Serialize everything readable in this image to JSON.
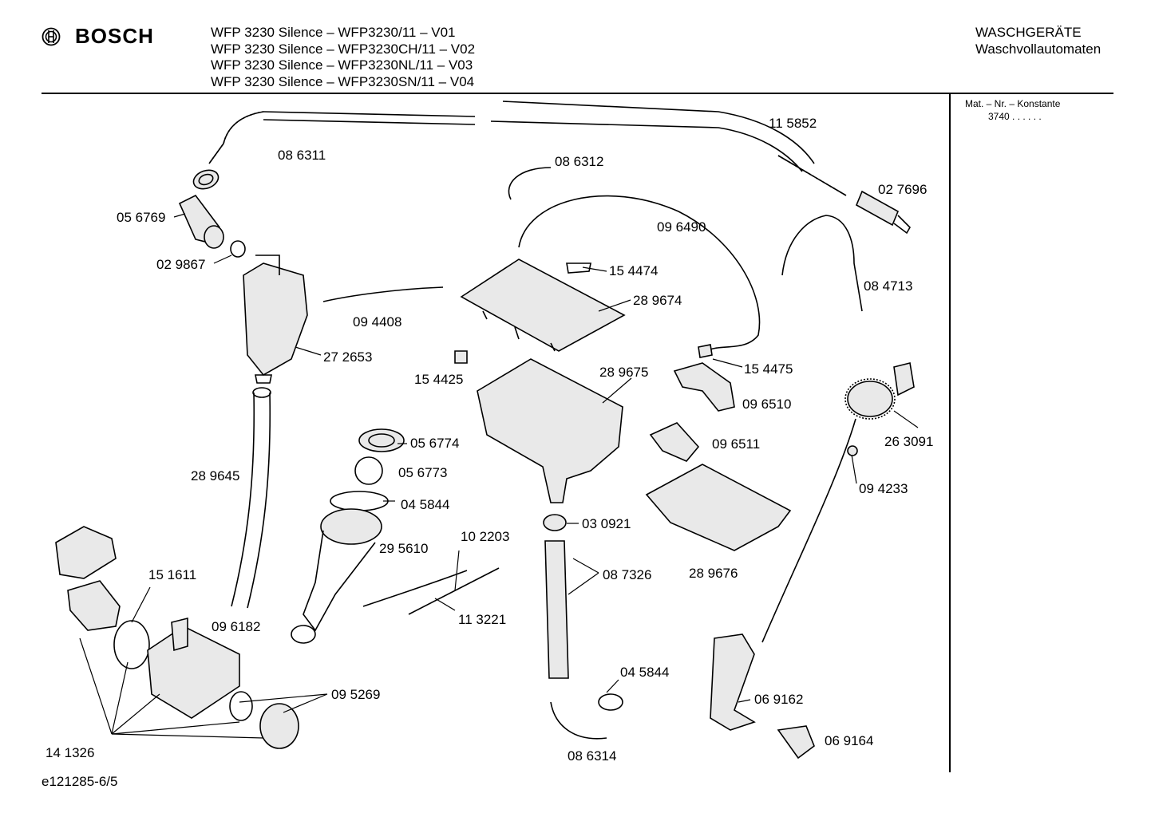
{
  "header": {
    "brand": "BOSCH",
    "models": [
      "WFP 3230 Silence – WFP3230/11 – V01",
      "WFP 3230 Silence – WFP3230CH/11 – V02",
      "WFP 3230 Silence – WFP3230NL/11 – V03",
      "WFP 3230 Silence – WFP3230SN/11 – V04"
    ],
    "category_line1": "WASCHGERÄTE",
    "category_line2": "Waschvollautomaten"
  },
  "side_panel": {
    "mat_label": "Mat. – Nr. – Konstante",
    "mat_value": "3740 . . . . . ."
  },
  "footer": {
    "doc_id": "e121285-6/5"
  },
  "parts": [
    {
      "number": "08 6311"
    },
    {
      "number": "11 5852"
    },
    {
      "number": "08 6312"
    },
    {
      "number": "02 7696"
    },
    {
      "number": "05 6769"
    },
    {
      "number": "09 6490"
    },
    {
      "number": "02 9867"
    },
    {
      "number": "15 4474"
    },
    {
      "number": "08 4713"
    },
    {
      "number": "28 9674"
    },
    {
      "number": "09 4408"
    },
    {
      "number": "27 2653"
    },
    {
      "number": "15 4475"
    },
    {
      "number": "15 4425"
    },
    {
      "number": "28 9675"
    },
    {
      "number": "09 6510"
    },
    {
      "number": "26 3091"
    },
    {
      "number": "05 6774"
    },
    {
      "number": "09 6511"
    },
    {
      "number": "05 6773"
    },
    {
      "number": "09 4233"
    },
    {
      "number": "28 9645"
    },
    {
      "number": "04 5844"
    },
    {
      "number": "03 0921"
    },
    {
      "number": "10 2203"
    },
    {
      "number": "29 5610"
    },
    {
      "number": "08 7326"
    },
    {
      "number": "28 9676"
    },
    {
      "number": "15 1611"
    },
    {
      "number": "11 3221"
    },
    {
      "number": "09 6182"
    },
    {
      "number": "04 5844"
    },
    {
      "number": "09 5269"
    },
    {
      "number": "06 9162"
    },
    {
      "number": "14 1326"
    },
    {
      "number": "08 6314"
    },
    {
      "number": "06 9164"
    }
  ]
}
